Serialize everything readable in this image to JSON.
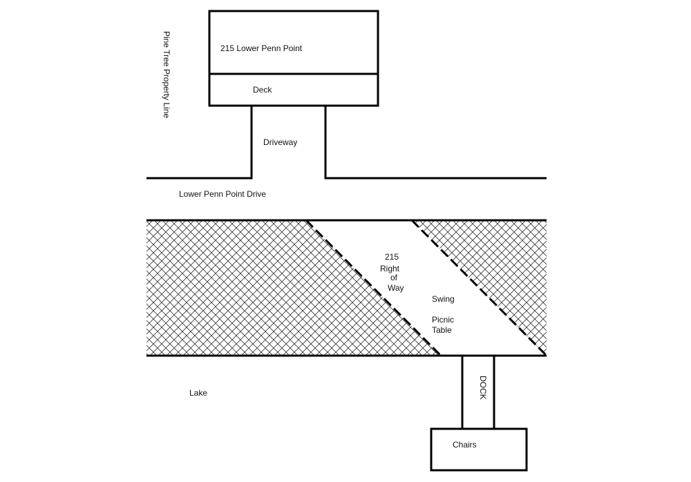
{
  "labels": {
    "house": "215 Lower Penn Point",
    "deck": "Deck",
    "driveway": "Driveway",
    "property_line": "Pine Tree Property Line",
    "road": "Lower Penn Point Drive",
    "right_of_way": [
      "215",
      "Right",
      "of",
      "Way"
    ],
    "swing": "Swing",
    "picnic_table": [
      "Picnic",
      "Table"
    ],
    "lake": "Lake",
    "dock": "DOCK",
    "chairs": "Chairs"
  }
}
